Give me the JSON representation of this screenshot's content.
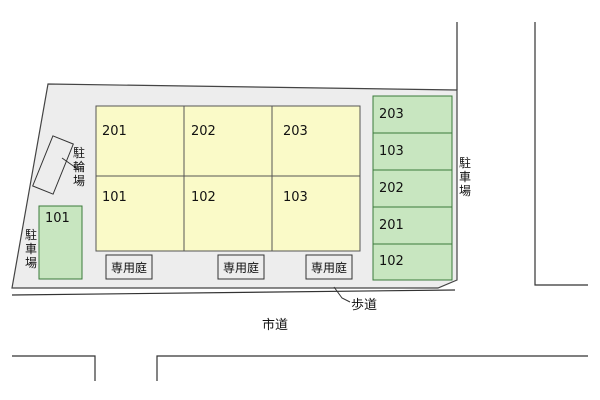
{
  "colors": {
    "lot": "#ededed",
    "unit": "#fafac8",
    "parking": "#c8e6c0",
    "parking_stroke": "#3a7a3a"
  },
  "units_upper": [
    "201",
    "202",
    "203"
  ],
  "units_lower": [
    "101",
    "102",
    "103"
  ],
  "private_garden": [
    "専用庭",
    "専用庭",
    "専用庭"
  ],
  "parking_right": [
    "203",
    "103",
    "202",
    "201",
    "102"
  ],
  "parking_left": [
    "101"
  ],
  "labels": {
    "parking": "駐車場",
    "bicycle_parking": "駐輪場",
    "sidewalk": "歩道",
    "city_road": "市道"
  }
}
